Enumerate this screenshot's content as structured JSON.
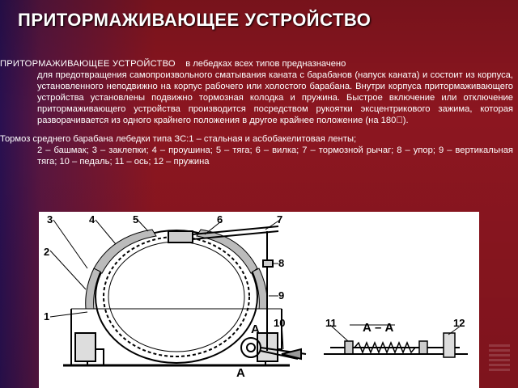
{
  "slide": {
    "title": "ПРИТОРМАЖИВАЮЩЕЕ  УСТРОЙСТВО",
    "paragraph1": {
      "lead": "ПРИТОРМАЖИВАЮЩЕЕ УСТРОЙСТВО",
      "lines": [
        "в лебедках всех типов предназначено",
        "для предотвращения самопроизвольного сматывания каната с барабанов (напуск каната) и состоит из корпуса, установленного неподвижно на корпус рабочего или холостого барабана. Внутри корпуса притормаживающего устройства установлены подвижно тормозная колодка и пружина. Быстрое включение или отключение притормаживающего устройства производится посредством рукоятки эксцентрикового зажима, которая разворачивается из одного крайнего положения в другое крайнее положение (на 180\u0000)."
      ]
    },
    "paragraph2": {
      "first": "Тормоз среднего барабана лебедки типа  ЗС:1 – стальная и асбобакелитовая ленты;",
      "rest": "2 – башмак; 3 – заклепки; 4 – проушина;  5 – тяга;  6 – вилка; 7 – тормозной рычаг; 8 – упор; 9 – вертикальная тяга; 10 – педаль; 11 – ось; 12 – пружина"
    }
  },
  "figure": {
    "labels": [
      "1",
      "2",
      "3",
      "4",
      "5",
      "6",
      "7",
      "8",
      "9",
      "10",
      "11",
      "12"
    ],
    "section_label": "А – А",
    "cut_marker": "А"
  },
  "colors": {
    "background": "#8c1620",
    "left_gradient": "#2a1050",
    "text": "#ffffff",
    "figure_bg": "#ffffff"
  }
}
